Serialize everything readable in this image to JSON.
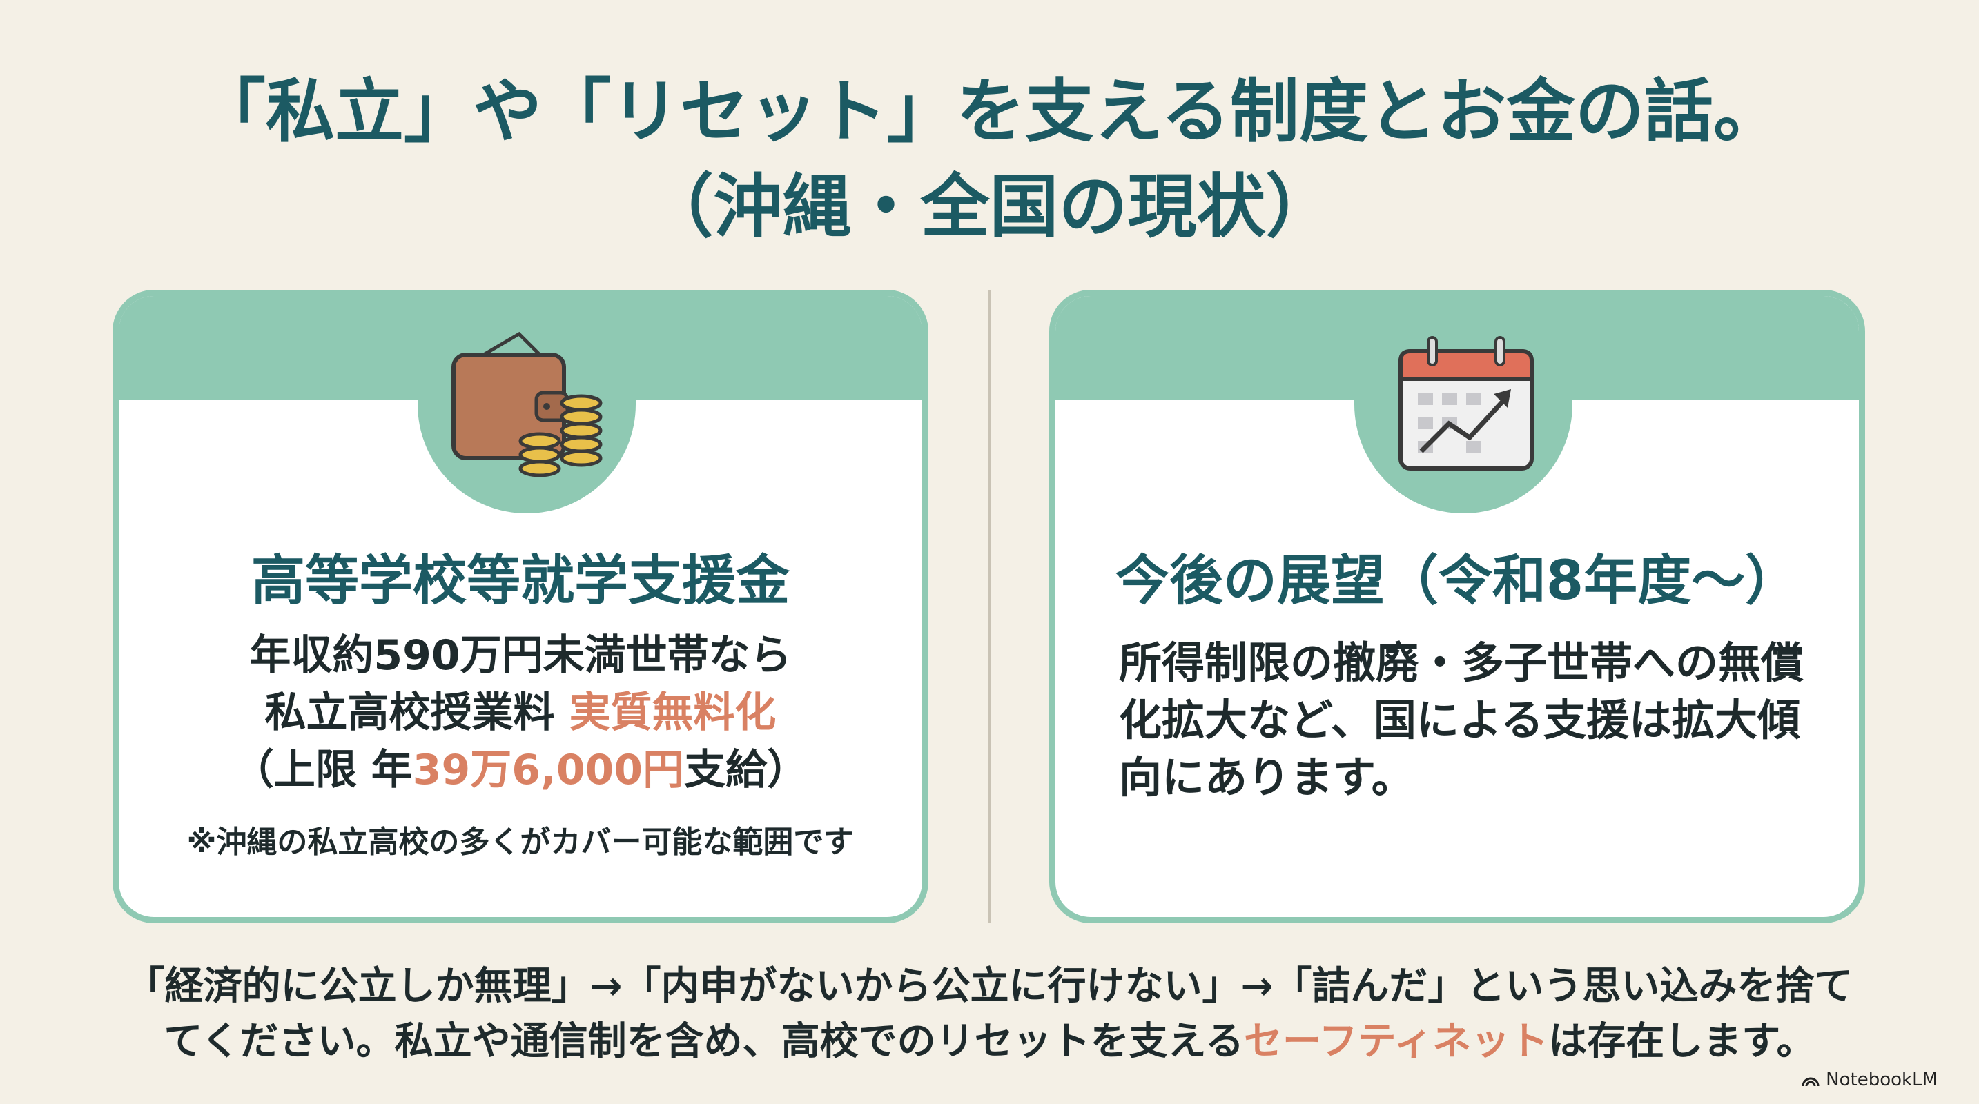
{
  "title": {
    "line1": "「私立」や「リセット」を支える制度とお金の話。",
    "line2": "（沖縄・全国の現状）"
  },
  "left_card": {
    "icon": "wallet-coins-icon",
    "heading": "高等学校等就学支援金",
    "line1": "年収約590万円未満世帯なら",
    "line2_a": "私立高校授業料 ",
    "line2_b": "実質無料化",
    "line3_a": "（上限 年",
    "line3_b": "39万6,000円",
    "line3_c": "支給）",
    "note": "※沖縄の私立高校の多くがカバー可能な範囲です"
  },
  "right_card": {
    "icon": "calendar-trend-icon",
    "heading": "今後の展望（令和8年度～）",
    "body": "所得制限の撤廃・多子世帯への無償化拡大など、国による支援は拡大傾向にあります。"
  },
  "bottom": {
    "line1": "「経済的に公立しか無理」→「内申がないから公立に行けない」→「詰んだ」という思い込みを捨て",
    "line2_a": "てください。私立や通信制を含め、高校でのリセットを支える",
    "line2_b": "セーフティネット",
    "line2_c": "は存在します。"
  },
  "brand": "NotebookLM",
  "colors": {
    "background": "#f4f0e6",
    "teal": "#8fc9b3",
    "heading": "#1c5a63",
    "accent": "#d98163"
  }
}
